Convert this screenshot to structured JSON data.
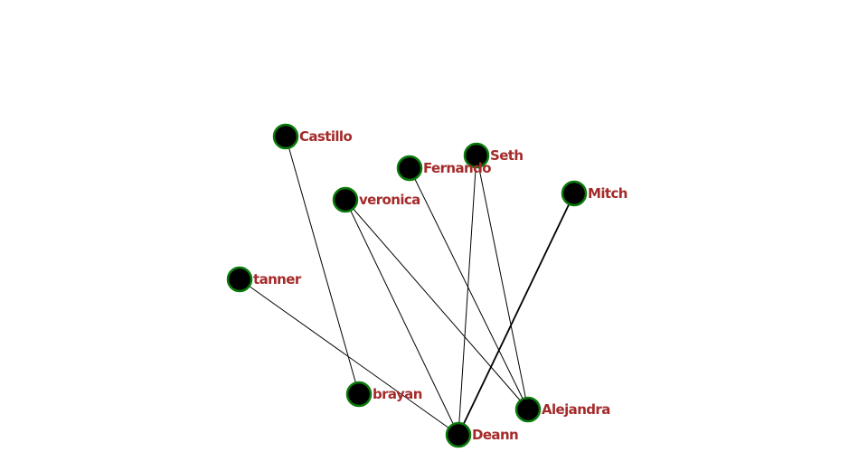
{
  "graph": {
    "type": "network",
    "colors": {
      "node_fill": "#000000",
      "node_stroke": "#0a7a0a",
      "label": "#a52a2a",
      "edge": "#000000"
    },
    "nodes": [
      {
        "id": "castillo",
        "label": "Castillo"
      },
      {
        "id": "fernando",
        "label": "Fernando"
      },
      {
        "id": "seth",
        "label": "Seth"
      },
      {
        "id": "veronica",
        "label": "veronica"
      },
      {
        "id": "mitch",
        "label": "Mitch"
      },
      {
        "id": "tanner",
        "label": "tanner"
      },
      {
        "id": "brayan",
        "label": "brayan"
      },
      {
        "id": "alejandra",
        "label": "Alejandra"
      },
      {
        "id": "deann",
        "label": "Deann"
      }
    ],
    "edges": [
      {
        "source": "castillo",
        "target": "brayan"
      },
      {
        "source": "tanner",
        "target": "deann"
      },
      {
        "source": "veronica",
        "target": "deann"
      },
      {
        "source": "veronica",
        "target": "alejandra"
      },
      {
        "source": "fernando",
        "target": "alejandra"
      },
      {
        "source": "seth",
        "target": "deann"
      },
      {
        "source": "seth",
        "target": "alejandra"
      },
      {
        "source": "mitch",
        "target": "deann"
      }
    ]
  }
}
